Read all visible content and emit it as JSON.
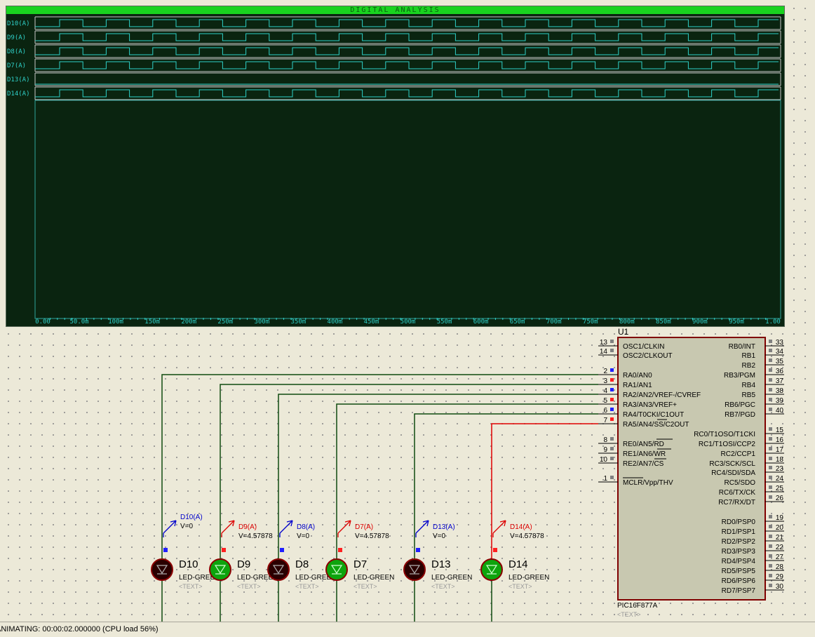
{
  "analysis": {
    "title": "DIGITAL ANALYSIS",
    "background": "#0a2410",
    "trace_color": "#2fd0c8",
    "channels": [
      {
        "label": "D10(A)",
        "signal": "square"
      },
      {
        "label": "D9(A)",
        "signal": "square"
      },
      {
        "label": "D8(A)",
        "signal": "square"
      },
      {
        "label": "D7(A)",
        "signal": "square"
      },
      {
        "label": "D13(A)",
        "signal": "low"
      },
      {
        "label": "D14(A)",
        "signal": "square"
      }
    ],
    "axis_ticks": [
      "0.00",
      "50.0m",
      "100m",
      "150m",
      "200m",
      "250m",
      "300m",
      "350m",
      "400m",
      "450m",
      "500m",
      "550m",
      "600m",
      "650m",
      "700m",
      "750m",
      "800m",
      "850m",
      "900m",
      "950m",
      "1.00"
    ]
  },
  "chip": {
    "ref": "U1",
    "part": "PIC16F877A",
    "text_placeholder": "<TEXT>",
    "body_color": "#c8c8b0",
    "left_pins": [
      {
        "num": "13",
        "name": "OSC1/CLKIN",
        "marker": "gray"
      },
      {
        "num": "14",
        "name": "OSC2/CLKOUT",
        "marker": "gray"
      },
      {
        "num": "2",
        "name": "RA0/AN0",
        "marker": "blue"
      },
      {
        "num": "3",
        "name": "RA1/AN1",
        "marker": "red"
      },
      {
        "num": "4",
        "name": "RA2/AN2/VREF-/CVREF",
        "marker": "blue"
      },
      {
        "num": "5",
        "name": "RA3/AN3/VREF+",
        "marker": "red"
      },
      {
        "num": "6",
        "name": "RA4/T0CKI/C1OUT",
        "marker": "blue"
      },
      {
        "num": "7",
        "name": "RA5/AN4/SS/C2OUT",
        "marker": "red"
      },
      {
        "num": "8",
        "name": "RE0/AN5/RD",
        "marker": "gray"
      },
      {
        "num": "9",
        "name": "RE1/AN6/WR",
        "marker": "gray"
      },
      {
        "num": "10",
        "name": "RE2/AN7/CS",
        "marker": "gray"
      },
      {
        "num": "1",
        "name": "MCLR/Vpp/THV",
        "marker": "gray"
      }
    ],
    "right_pins": [
      {
        "num": "33",
        "name": "RB0/INT"
      },
      {
        "num": "34",
        "name": "RB1"
      },
      {
        "num": "35",
        "name": "RB2"
      },
      {
        "num": "36",
        "name": "RB3/PGM"
      },
      {
        "num": "37",
        "name": "RB4"
      },
      {
        "num": "38",
        "name": "RB5"
      },
      {
        "num": "39",
        "name": "RB6/PGC"
      },
      {
        "num": "40",
        "name": "RB7/PGD"
      },
      {
        "num": "15",
        "name": "RC0/T1OSO/T1CKI"
      },
      {
        "num": "16",
        "name": "RC1/T1OSI/CCP2"
      },
      {
        "num": "17",
        "name": "RC2/CCP1"
      },
      {
        "num": "18",
        "name": "RC3/SCK/SCL"
      },
      {
        "num": "23",
        "name": "RC4/SDI/SDA"
      },
      {
        "num": "24",
        "name": "RC5/SDO"
      },
      {
        "num": "25",
        "name": "RC6/TX/CK"
      },
      {
        "num": "26",
        "name": "RC7/RX/DT"
      },
      {
        "num": "19",
        "name": "RD0/PSP0"
      },
      {
        "num": "20",
        "name": "RD1/PSP1"
      },
      {
        "num": "21",
        "name": "RD2/PSP2"
      },
      {
        "num": "22",
        "name": "RD3/PSP3"
      },
      {
        "num": "27",
        "name": "RD4/PSP4"
      },
      {
        "num": "28",
        "name": "RD5/PSP5"
      },
      {
        "num": "29",
        "name": "RD6/PSP6"
      },
      {
        "num": "30",
        "name": "RD7/PSP7"
      }
    ]
  },
  "leds": [
    {
      "ref": "D10",
      "type": "LED-GREEN",
      "text": "<TEXT>",
      "probe_label": "D10(A)",
      "probe_value": "V=0",
      "state": "off"
    },
    {
      "ref": "D9",
      "type": "LED-GREEN",
      "text": "<TEXT>",
      "probe_label": "D9(A)",
      "probe_value": "V=4.57878",
      "state": "on"
    },
    {
      "ref": "D8",
      "type": "LED-GREEN",
      "text": "<TEXT>",
      "probe_label": "D8(A)",
      "probe_value": "V=0",
      "state": "off"
    },
    {
      "ref": "D7",
      "type": "LED-GREEN",
      "text": "<TEXT>",
      "probe_label": "D7(A)",
      "probe_value": "V=4.57878",
      "state": "on"
    },
    {
      "ref": "D13",
      "type": "LED-GREEN",
      "text": "<TEXT>",
      "probe_label": "D13(A)",
      "probe_value": "V=0",
      "state": "off"
    },
    {
      "ref": "D14",
      "type": "LED-GREEN",
      "text": "<TEXT>",
      "probe_label": "D14(A)",
      "probe_value": "V=4.57878",
      "state": "on"
    }
  ],
  "colors": {
    "wire": "#0f4a0f",
    "active_wire": "#e00000",
    "led_on": "#0da40d",
    "led_off": "#2a0000",
    "probe_low": "#0000cc",
    "probe_high": "#dd0000",
    "chip_outline": "#800000"
  },
  "status": {
    "text": "ANIMATING: 00:00:02.000000 (CPU load 56%)"
  }
}
